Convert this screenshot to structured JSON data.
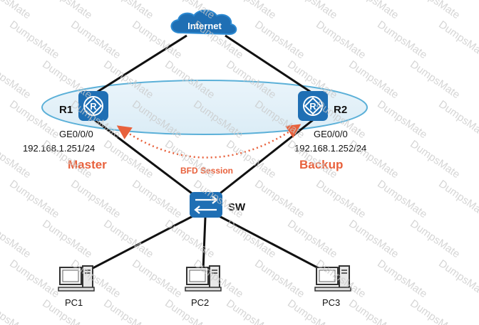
{
  "internet": {
    "label": "Internet"
  },
  "r1": {
    "name": "R1",
    "interface": "GE0/0/0",
    "ip": "192.168.1.251/24",
    "role": "Master"
  },
  "r2": {
    "name": "R2",
    "interface": "GE0/0/0",
    "ip": "192.168.1.252/24",
    "role": "Backup"
  },
  "bfd": {
    "label": "BFD Session"
  },
  "switch": {
    "label": "SW"
  },
  "pcs": [
    {
      "label": "PC1"
    },
    {
      "label": "PC2"
    },
    {
      "label": "PC3"
    }
  ],
  "watermark": {
    "text": "DumpsMate"
  },
  "colors": {
    "device": "#1f6fb4",
    "role": "#e8613c",
    "bfd": "#e8613c",
    "vrrp_ring": "#5bb0d8",
    "links": "#111111"
  }
}
